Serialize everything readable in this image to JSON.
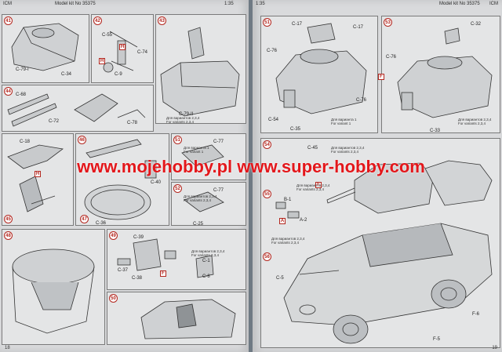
{
  "header": {
    "left_brand": "ICM",
    "left_model": "Model kit No 35375",
    "left_page": "1:35",
    "right_page": "1:35",
    "right_model": "Model kit No 35375",
    "right_brand": "ICM"
  },
  "watermark": "www.mojehobby.pl www.super-hobby.com",
  "left_steps": [
    "41",
    "42",
    "43",
    "44",
    "45",
    "46",
    "47",
    "48",
    "49",
    "50",
    "51",
    "52"
  ],
  "right_steps": [
    "51",
    "53",
    "54",
    "55",
    "56"
  ],
  "parts": {
    "c79i": "C-79-I",
    "c34": "C-34",
    "c55": "C-55",
    "c74": "C-74",
    "c9": "C-9",
    "c79ii": "C-79-II",
    "c68": "C-68",
    "c72": "C-72",
    "c78": "C-78",
    "c18": "C-18",
    "c40": "C-40",
    "c36": "C-36",
    "c77a": "C-77",
    "c77b": "C-77",
    "c25": "C-25",
    "c39": "C-39",
    "c37": "C-37",
    "c38": "C-38",
    "c1": "C-1",
    "c8": "C-8",
    "c17a": "C-17",
    "c17b": "C-17",
    "c76a": "C-76",
    "c76b": "C-76",
    "c54": "C-54",
    "c35": "C-35",
    "c32": "C-32",
    "c76c": "C-76",
    "c33": "C-33",
    "c45": "C-45",
    "b1": "B-1",
    "a2": "A-2",
    "c5": "C-5",
    "f5": "F-5",
    "f6": "F-6"
  },
  "letters": {
    "h": "H",
    "f": "F",
    "a": "A"
  },
  "notes": {
    "variant1": "Для варианта 1\nFor variant 1",
    "variant234": "Для вариантов 2,3,4\nFor variants 2,3,4"
  },
  "page_numbers": {
    "left": "18",
    "right": "19"
  }
}
